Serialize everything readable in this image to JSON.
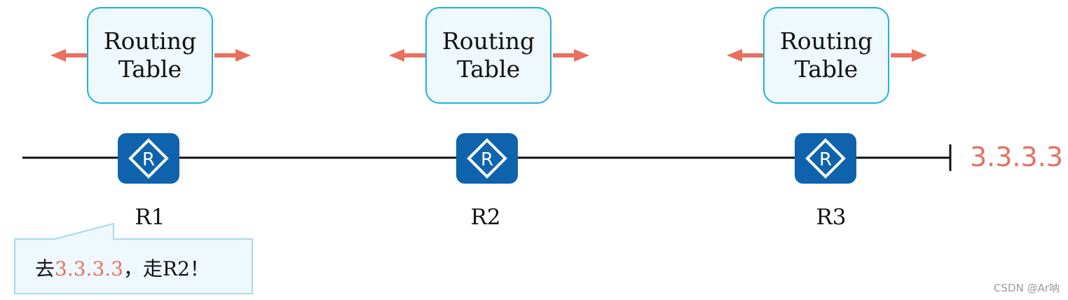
{
  "routing_boxes": [
    {
      "line1": "Routing",
      "line2": "Table"
    },
    {
      "line1": "Routing",
      "line2": "Table"
    },
    {
      "line1": "Routing",
      "line2": "Table"
    }
  ],
  "routers": [
    {
      "label": "R1",
      "icon": "router-icon"
    },
    {
      "label": "R2",
      "icon": "router-icon"
    },
    {
      "label": "R3",
      "icon": "router-icon"
    }
  ],
  "destination": "3.3.3.3",
  "callout": {
    "prefix": "去",
    "highlight": "3.3.3.3",
    "suffix": "，走R2！"
  },
  "watermark": "CSDN @Ar呐",
  "colors": {
    "accent": "#e8705f",
    "box_border": "#1fb1e0",
    "box_fill": "#eef8fd",
    "router": "#0f63ad"
  }
}
